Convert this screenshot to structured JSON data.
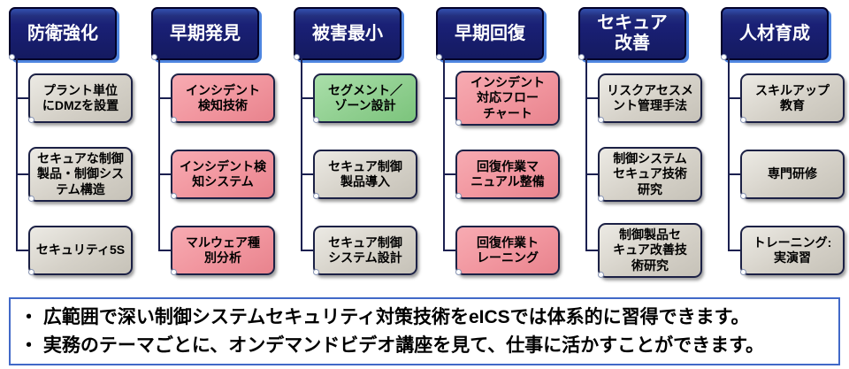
{
  "colors": {
    "header_navy": "#1a2076",
    "header_shadow_blue": "#4f86e0",
    "item_gray": "#d5d1c8",
    "item_pink": "#f1959e",
    "item_green": "#90cf90",
    "connector": "#1b2050",
    "note_border": "#4169c8"
  },
  "columns": [
    {
      "header": "防衛強化",
      "items": [
        {
          "label": "プラント単位\nにDMZを設置",
          "color": "gray"
        },
        {
          "label": "セキュアな制御\n製品・制御シス\nテム構造",
          "color": "gray"
        },
        {
          "label": "セキュリティ5S",
          "color": "gray"
        }
      ]
    },
    {
      "header": "早期発見",
      "items": [
        {
          "label": "インシデント\n検知技術",
          "color": "pink"
        },
        {
          "label": "インシデント検\n知システム",
          "color": "pink"
        },
        {
          "label": "マルウェア種\n別分析",
          "color": "pink"
        }
      ]
    },
    {
      "header": "被害最小",
      "items": [
        {
          "label": "セグメント／\nゾーン設計",
          "color": "green"
        },
        {
          "label": "セキュア制御\n製品導入",
          "color": "gray"
        },
        {
          "label": "セキュア制御\nシステム設計",
          "color": "gray"
        }
      ]
    },
    {
      "header": "早期回復",
      "items": [
        {
          "label": "インシデント\n対応フロー\nチャート",
          "color": "pink"
        },
        {
          "label": "回復作業マ\nニュアル整備",
          "color": "pink"
        },
        {
          "label": "回復作業ト\nレーニング",
          "color": "pink"
        }
      ]
    },
    {
      "header": "セキュア\n改善",
      "items": [
        {
          "label": "リスクアセスメ\nント管理手法",
          "color": "gray"
        },
        {
          "label": "制御システム\nセキュア技術\n研究",
          "color": "gray"
        },
        {
          "label": "制御製品セ\nキュア改善技\n術研究",
          "color": "gray"
        }
      ]
    },
    {
      "header": "人材育成",
      "items": [
        {
          "label": "スキルアップ\n教育",
          "color": "gray"
        },
        {
          "label": "専門研修",
          "color": "gray"
        },
        {
          "label": "トレーニング:\n実演習",
          "color": "gray"
        }
      ]
    }
  ],
  "notes": {
    "lines": [
      "・ 広範囲で深い制御システムセキュリティ対策技術をeICSでは体系的に習得できます。",
      "・ 実務のテーマごとに、オンデマンドビデオ講座を見て、仕事に活かすことができます。"
    ]
  }
}
